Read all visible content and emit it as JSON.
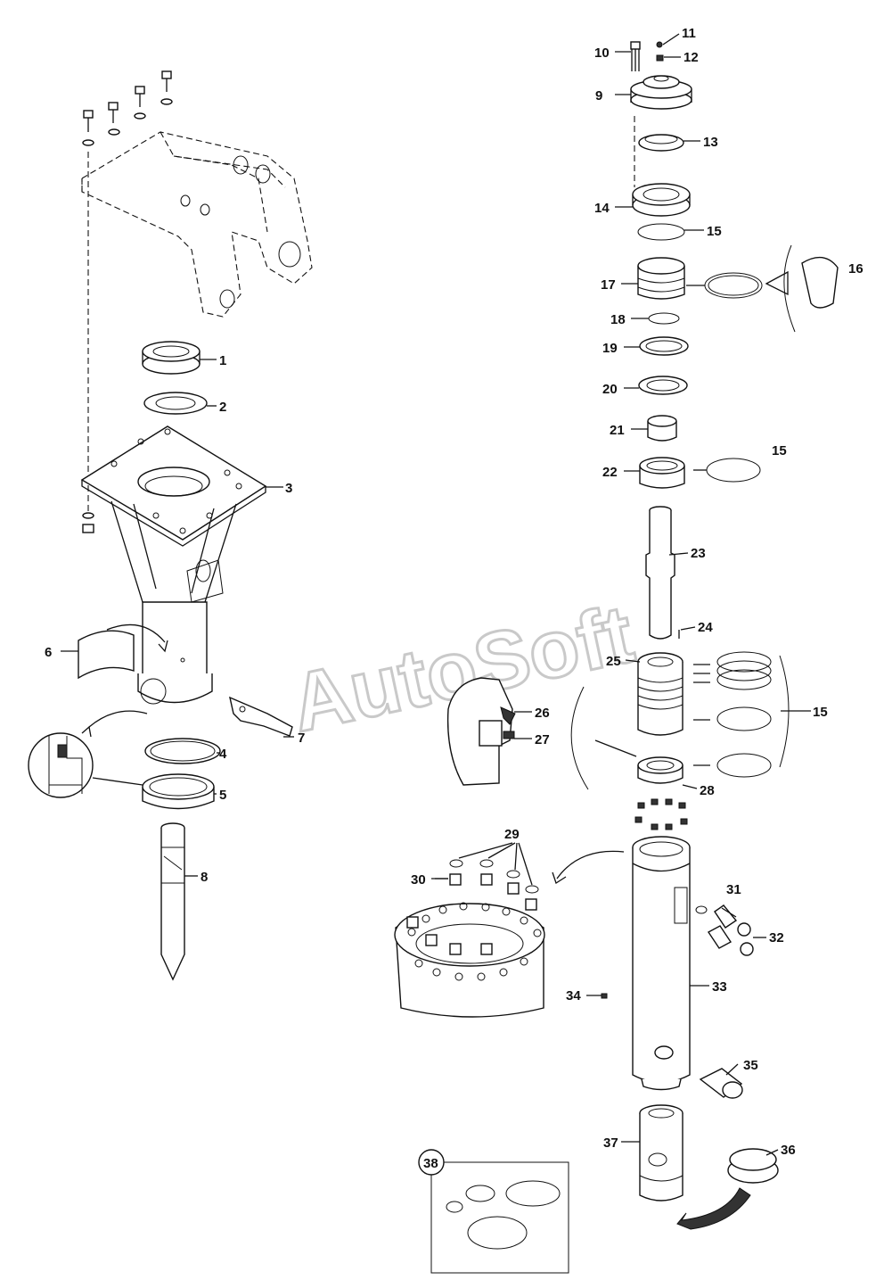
{
  "watermark": "AutoSoft",
  "kit_label": "38",
  "callouts": [
    {
      "id": "1",
      "text": "1"
    },
    {
      "id": "2",
      "text": "2"
    },
    {
      "id": "3",
      "text": "3"
    },
    {
      "id": "4",
      "text": "4"
    },
    {
      "id": "5",
      "text": "5"
    },
    {
      "id": "6",
      "text": "6"
    },
    {
      "id": "7",
      "text": "7"
    },
    {
      "id": "8",
      "text": "8"
    },
    {
      "id": "9",
      "text": "9"
    },
    {
      "id": "10",
      "text": "10"
    },
    {
      "id": "11",
      "text": "11"
    },
    {
      "id": "12",
      "text": "12"
    },
    {
      "id": "13",
      "text": "13"
    },
    {
      "id": "14",
      "text": "14"
    },
    {
      "id": "15a",
      "text": "15"
    },
    {
      "id": "15b",
      "text": "15"
    },
    {
      "id": "15c",
      "text": "15"
    },
    {
      "id": "16",
      "text": "16"
    },
    {
      "id": "17",
      "text": "17"
    },
    {
      "id": "18",
      "text": "18"
    },
    {
      "id": "19",
      "text": "19"
    },
    {
      "id": "20",
      "text": "20"
    },
    {
      "id": "21",
      "text": "21"
    },
    {
      "id": "22",
      "text": "22"
    },
    {
      "id": "23",
      "text": "23"
    },
    {
      "id": "24",
      "text": "24"
    },
    {
      "id": "25",
      "text": "25"
    },
    {
      "id": "26",
      "text": "26"
    },
    {
      "id": "27",
      "text": "27"
    },
    {
      "id": "28",
      "text": "28"
    },
    {
      "id": "29",
      "text": "29"
    },
    {
      "id": "30",
      "text": "30"
    },
    {
      "id": "31",
      "text": "31"
    },
    {
      "id": "32",
      "text": "32"
    },
    {
      "id": "33",
      "text": "33"
    },
    {
      "id": "34",
      "text": "34"
    },
    {
      "id": "35",
      "text": "35"
    },
    {
      "id": "36",
      "text": "36"
    },
    {
      "id": "37",
      "text": "37"
    }
  ]
}
